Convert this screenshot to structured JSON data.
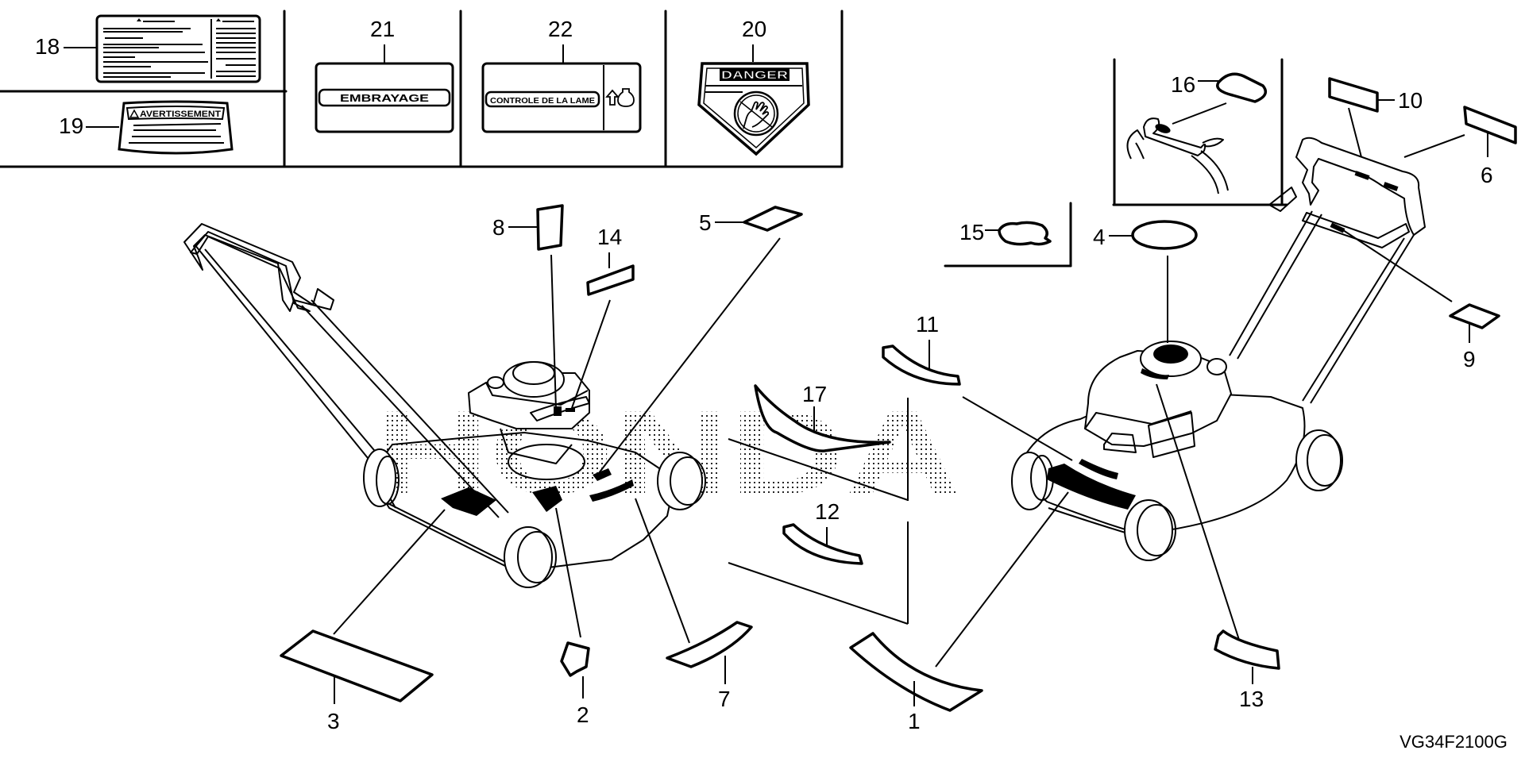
{
  "diagram": {
    "title": "Honda lawn mower label/decal parts diagram",
    "watermark": "HONDA",
    "figure_code": "VG34F2100G",
    "callouts": {
      "c1": "1",
      "c2": "2",
      "c3": "3",
      "c4": "4",
      "c5": "5",
      "c6": "6",
      "c7": "7",
      "c8": "8",
      "c9": "9",
      "c10": "10",
      "c11": "11",
      "c12": "12",
      "c13": "13",
      "c14": "14",
      "c15": "15",
      "c16": "16",
      "c17": "17",
      "c18": "18",
      "c19": "19",
      "c20": "20",
      "c21": "21",
      "c22": "22"
    },
    "labels": {
      "avertissement": "AVERTISSEMENT",
      "embrayage": "EMBRAYAGE",
      "controle": "CONTROLE DE LA LAME",
      "danger": "DANGER"
    },
    "icons": {
      "warning": "warning-triangle-icon",
      "arrow_up": "arrow-up-icon",
      "engine": "engine-bulb-icon",
      "hand": "hand-in-circle-icon"
    }
  }
}
